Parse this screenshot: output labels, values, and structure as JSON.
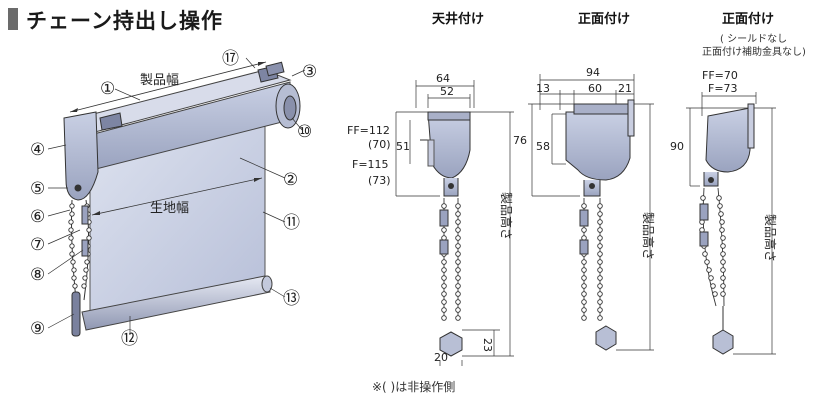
{
  "title": "チェーン持出し操作",
  "views": {
    "ceiling": {
      "title": "天井付け"
    },
    "front": {
      "title": "正面付け"
    },
    "front_no_shield": {
      "title": "正面付け",
      "subtitle_line1": "シールドなし",
      "subtitle_line2": "正面付け補助金具なし"
    }
  },
  "labels": {
    "product_width": "製品幅",
    "fabric_width": "生地幅",
    "product_height": "製品高さ"
  },
  "callouts": [
    "①",
    "②",
    "③",
    "④",
    "⑤",
    "⑥",
    "⑦",
    "⑧",
    "⑨",
    "⑩",
    "⑪",
    "⑫",
    "⑬",
    "⑰"
  ],
  "dims": {
    "ceiling": {
      "d64": "64",
      "d52": "52",
      "ff112": "FF=112",
      "ff112_alt": "(70)",
      "d51": "51",
      "f115": "F=115",
      "f115_alt": "(73)",
      "d20": "20",
      "d23": "23"
    },
    "front": {
      "d94": "94",
      "d13": "13",
      "d60": "60",
      "d21": "21",
      "d76": "76",
      "d58": "58"
    },
    "front_no_shield": {
      "ff70": "FF=70",
      "f73": "F=73",
      "d90": "90"
    }
  },
  "note": "※(  )は非操作側"
}
